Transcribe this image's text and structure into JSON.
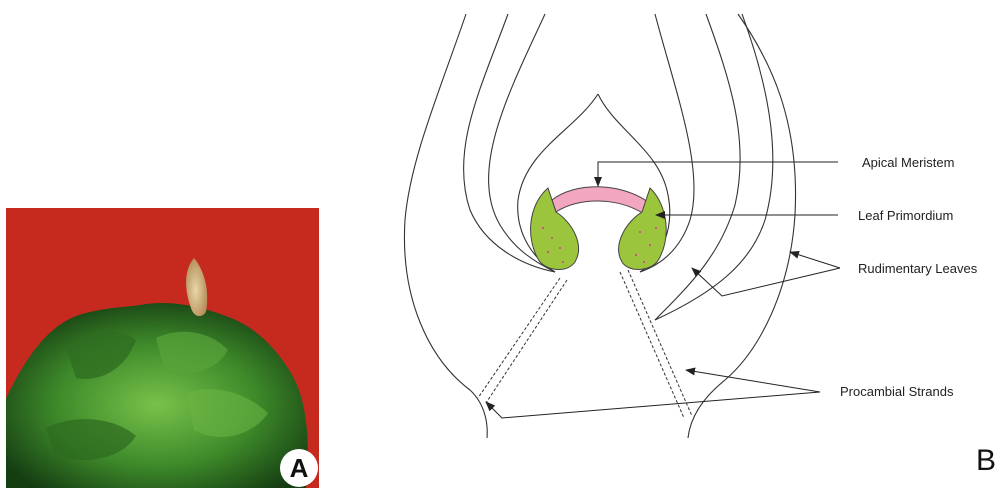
{
  "figure": {
    "panels": [
      {
        "letter": "A",
        "kind": "micrograph"
      },
      {
        "letter": "B",
        "kind": "schematic"
      }
    ],
    "labels": {
      "apical_meristem": "Apical Meristem",
      "leaf_primordium": "Leaf Primordium",
      "rudimentary_leaves": "Rudimentary Leaves",
      "procambial_strands": "Procambial Strands"
    },
    "colors": {
      "photo_background": "#c62a1f",
      "tissue_green": "#3e8a2a",
      "primordium_fill": "#9bc53d",
      "meristem_fill": "#f3a6c0",
      "line": "#333333"
    }
  }
}
